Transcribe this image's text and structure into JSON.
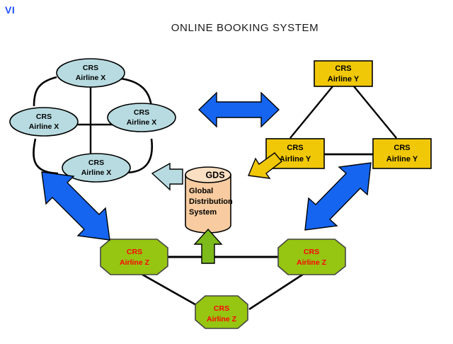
{
  "slide": {
    "marker": "VI",
    "title": "ONLINE BOOKING SYSTEM"
  },
  "colors": {
    "marker": "#2050ff",
    "airline_x_fill": "#b7dbe0",
    "airline_y_fill": "#f0c808",
    "airline_z_fill": "#96c512",
    "airline_z_text": "#ff0000",
    "gds_fill": "#f8cca0",
    "gds_top_fill": "#fbdfc2",
    "blue_arrow": "#1565f0",
    "yellow_arrow": "#f0c808",
    "green_arrow": "#7dbb1a",
    "lightblue_arrow": "#b7dbe0",
    "stroke": "#000000"
  },
  "clusters": {
    "airline_x": {
      "name": "Airline X cluster",
      "shape": "ellipse",
      "nodes": [
        {
          "id": "x-top",
          "line1": "CRS",
          "line2": "Airline X"
        },
        {
          "id": "x-left",
          "line1": "CRS",
          "line2": "Airline X"
        },
        {
          "id": "x-right",
          "line1": "CRS",
          "line2": "Airline X"
        },
        {
          "id": "x-bottom",
          "line1": "CRS",
          "line2": "Airline X"
        }
      ]
    },
    "airline_y": {
      "name": "Airline Y cluster",
      "shape": "rectangle",
      "nodes": [
        {
          "id": "y-top",
          "line1": "CRS",
          "line2": "Airline Y"
        },
        {
          "id": "y-left",
          "line1": "CRS",
          "line2": "Airline Y"
        },
        {
          "id": "y-right",
          "line1": "CRS",
          "line2": "Airline Y"
        }
      ]
    },
    "airline_z": {
      "name": "Airline Z cluster",
      "shape": "octagon",
      "nodes": [
        {
          "id": "z-left",
          "line1": "CRS",
          "line2": "Airline Z"
        },
        {
          "id": "z-right",
          "line1": "CRS",
          "line2": "Airline Z"
        },
        {
          "id": "z-bottom",
          "line1": "CRS",
          "line2": "Airline Z"
        }
      ]
    }
  },
  "gds": {
    "title": "GDS",
    "line1": "Global",
    "line2": "Distribution",
    "line3": "System"
  },
  "arrows": [
    {
      "id": "arrow-x-to-y",
      "style": "blue-double-horizontal"
    },
    {
      "id": "arrow-x-to-z",
      "style": "blue-double-diagonal-nwse"
    },
    {
      "id": "arrow-y-to-z",
      "style": "blue-double-diagonal-nesw"
    },
    {
      "id": "arrow-x-to-gds",
      "style": "lightblue-single-right"
    },
    {
      "id": "arrow-y-to-gds",
      "style": "yellow-single-downleft"
    },
    {
      "id": "arrow-z-to-gds",
      "style": "green-single-up"
    }
  ]
}
